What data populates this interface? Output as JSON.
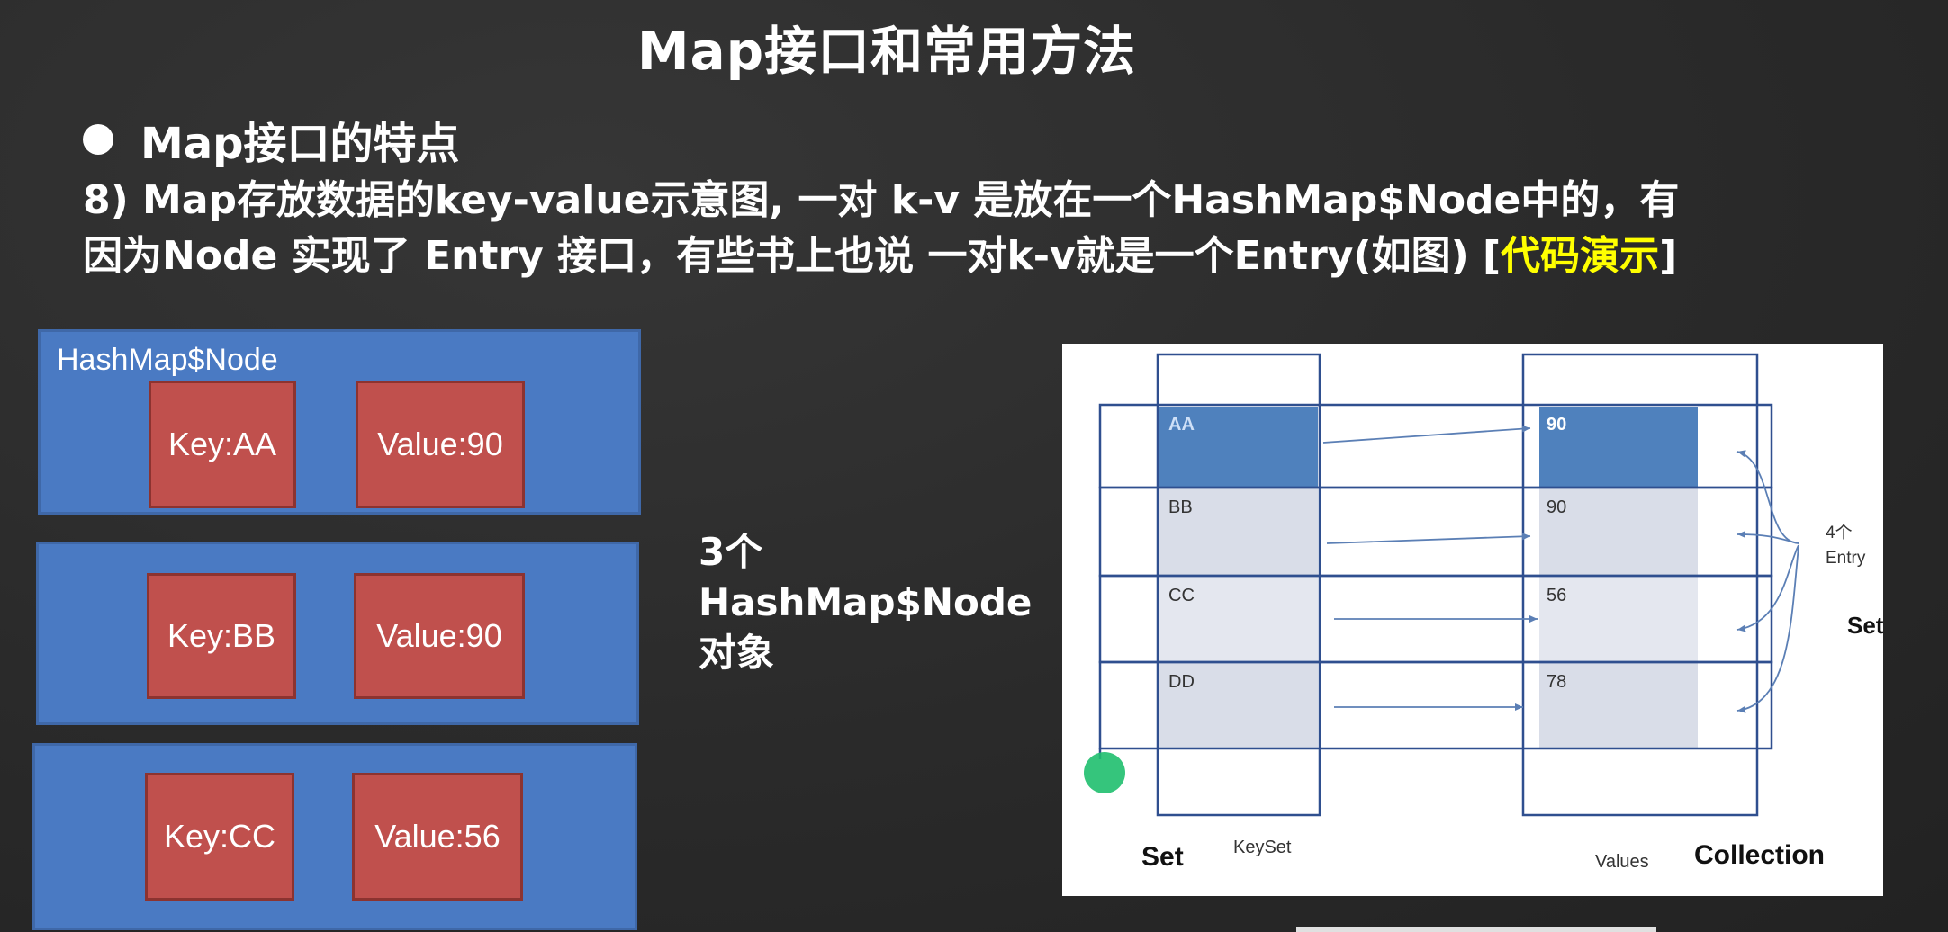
{
  "title": "Map接口和常用方法",
  "heading": "Map接口的特点",
  "description": {
    "line1": "8) Map存放数据的key-value示意图, 一对 k-v 是放在一个HashMap$Node中的，有",
    "line2_prefix": "因为Node 实现了  Entry 接口，有些书上也说 一对k-v就是一个Entry(如图) [",
    "line2_highlight": "代码演示",
    "line2_suffix": "]"
  },
  "nodes": [
    {
      "title": "HashMap$Node",
      "key": "Key:AA",
      "value": "Value:90"
    },
    {
      "title": "",
      "key": "Key:BB",
      "value": "Value:90"
    },
    {
      "title": "",
      "key": "Key:CC",
      "value": "Value:56"
    }
  ],
  "node_count_label": [
    "3个",
    "HashMap$Node",
    "对象"
  ],
  "diagram": {
    "keys": [
      "AA",
      "BB",
      "CC",
      "DD"
    ],
    "values": [
      "90",
      "90",
      "56",
      "78"
    ],
    "entry_label": [
      "4个",
      "Entry"
    ],
    "right_set_label": "Set",
    "bottom_left_label": "Set",
    "keyset_label": "KeySet",
    "values_label": "Values",
    "collection_label": "Collection"
  },
  "colors": {
    "node_blue": "#4a7ac3",
    "kv_red": "#c0504d",
    "highlight_yellow": "#ffff00",
    "cell_selected": "#4f81bd",
    "cell_light": "#d9dde8"
  }
}
